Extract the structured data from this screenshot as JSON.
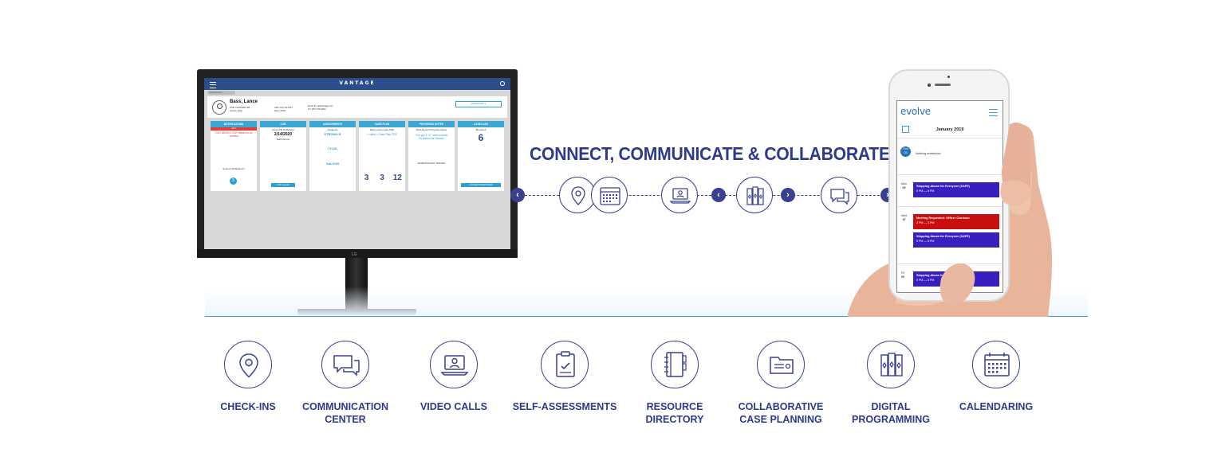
{
  "headline": "CONNECT, COMMUNICATE & COLLABORATE",
  "colors": {
    "accent": "#2e3a8c",
    "line": "#3b9ed8",
    "app_bar": "#2b4d8c",
    "card_head": "#3ca7d3"
  },
  "desktop": {
    "brand": "VANTAGE",
    "breadcrumb": "Participants",
    "profile": {
      "name": "Bass, Lance",
      "meta_left": [
        "DOB: 01/15/1980 (38)",
        "Gender: Male"
      ],
      "meta_mid": [
        "SSN: XXX-XX-1667",
        "Race: White"
      ],
      "meta_right": [
        "Email: lb_sa@vantage.com",
        "Tel: (867) 530-9000"
      ],
      "button": "DASHBOARD ▾"
    },
    "cards": [
      {
        "title": "NOTIFICATIONS",
        "red": "Alert",
        "text": "CCR NEEDS CCR needs to be verified",
        "foot": "System Notifications",
        "badge": "5"
      },
      {
        "title": "CCR",
        "sub": "Last CCR verification",
        "value": "2/14/2020",
        "who": "Staff Partner",
        "button": "CCR Requests"
      },
      {
        "title": "ASSESSMENTS",
        "sub": "Assigned",
        "items": [
          "STRONG-R",
          "TCUD",
          "SALVOR"
        ]
      },
      {
        "title": "CASE PLAN",
        "sub": "Most recent Case Plan",
        "link": "< Initial > Case Plan PDF",
        "nums": [
          "3",
          "3",
          "12"
        ]
      },
      {
        "title": "PROGRESS NOTES",
        "sub": "Most Recent Progress Notes",
        "quote": "\"I've got 5 '17' case events! I'm Awesome Harvey\"",
        "foot": "09/09/2019 AMY TESTER"
      },
      {
        "title": "CASELOAD",
        "sub": "Members",
        "value": "6",
        "button": "ADD NEW PROBATIONER"
      }
    ],
    "maker": "LG"
  },
  "connector_icons": [
    "location-pin-icon",
    "calendar-icon",
    "laptop-video-icon",
    "digital-programming-icon",
    "chat-bubbles-icon"
  ],
  "phone": {
    "app_name": "evolve",
    "month": "January 2019",
    "days": [
      {
        "dow": "Sun",
        "num": "03",
        "empty": "Nothing scheduled"
      },
      {
        "dow": "Mon",
        "num": "05",
        "events": [
          {
            "title": "Stopping Abuse for Everyone (SAFE)",
            "time": "5 PM — 8 PM",
            "color": "#3a1fbf"
          }
        ]
      },
      {
        "dow": "Wed",
        "num": "07",
        "events": [
          {
            "title": "Meeting Requested:  Officer Clarkson",
            "time": "2 PM — 3 PM",
            "color": "#c80f0f"
          },
          {
            "title": "Stopping Abuse for Everyone (SAFE)",
            "time": "5 PM — 8 PM",
            "color": "#3a1fbf"
          }
        ]
      },
      {
        "dow": "Fri",
        "num": "09",
        "events": [
          {
            "title": "Stopping Abuse for Everyone (SAFE)",
            "time": "5 PM — 8 PM",
            "color": "#3a1fbf"
          }
        ]
      }
    ]
  },
  "features": [
    {
      "label": "CHECK-INS",
      "icon": "location-pin-icon"
    },
    {
      "label": "COMMUNICATION\nCENTER",
      "icon": "chat-bubbles-icon"
    },
    {
      "label": "VIDEO CALLS",
      "icon": "laptop-video-icon"
    },
    {
      "label": "SELF-ASSESSMENTS",
      "icon": "clipboard-check-icon"
    },
    {
      "label": "RESOURCE\nDIRECTORY",
      "icon": "address-book-icon"
    },
    {
      "label": "COLLABORATIVE\nCASE PLANNING",
      "icon": "folder-icon"
    },
    {
      "label": "DIGITAL\nPROGRAMMING",
      "icon": "digital-programming-icon"
    },
    {
      "label": "CALENDARING",
      "icon": "calendar-icon"
    }
  ]
}
